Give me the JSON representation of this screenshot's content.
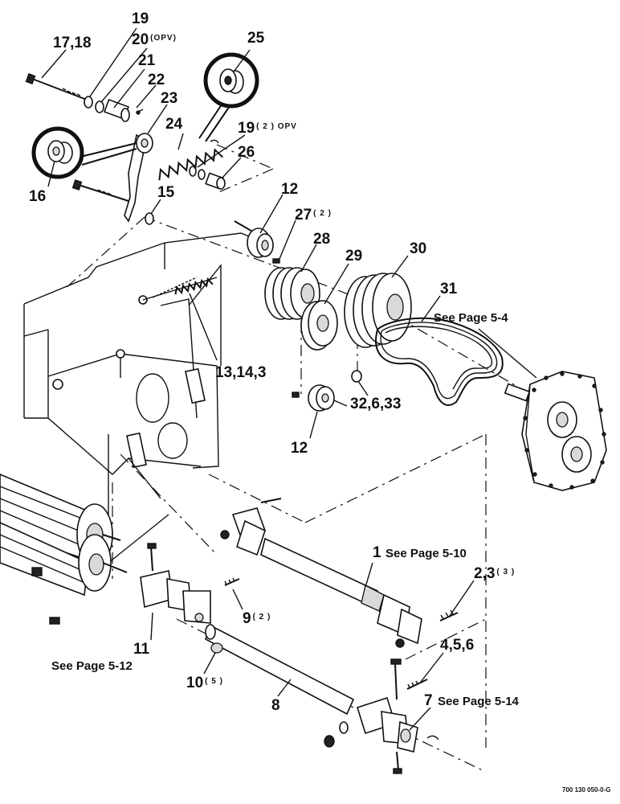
{
  "callouts": {
    "c17_18": "17,18",
    "c19": "19",
    "c20": "20",
    "c20_sup": "(OPV)",
    "c21": "21",
    "c22": "22",
    "c23": "23",
    "c24": "24",
    "c25": "25",
    "c16": "16",
    "c19b": "19",
    "c19b_sup": "( 2 ) OPV",
    "c26": "26",
    "c15": "15",
    "c12a": "12",
    "c27": "27",
    "c27_sup": "( 2 )",
    "c28": "28",
    "c29": "29",
    "c30": "30",
    "c31": "31",
    "c31_ref": "See Page 5-4",
    "c13_14_3": "13,14,3",
    "c32_6_33": "32,6,33",
    "c12b": "12",
    "c1": "1",
    "c1_ref": "See Page 5-10",
    "c2_3": "2,3",
    "c2_3_sup": "( 3 )",
    "c9": "9",
    "c9_sup": "( 2 )",
    "c11": "11",
    "c11_ref": "See Page 5-12",
    "c10": "10",
    "c10_sup": "( 5 )",
    "c4_5_6": "4,5,6",
    "c8": "8",
    "c7": "7",
    "c7_ref": "See Page 5-14"
  },
  "doc_number": "700 130 050-0-G"
}
